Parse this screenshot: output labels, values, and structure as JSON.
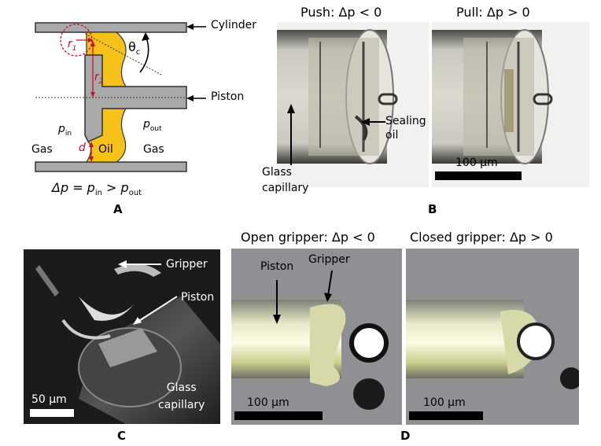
{
  "panel_a": {
    "letter": "A",
    "cylinder_label": "Cylinder",
    "piston_label": "Piston",
    "r1": "r",
    "r1_sub": "1",
    "r2": "r",
    "r2_sub": "2",
    "theta": "θ",
    "theta_sub": "c",
    "p_in": "p",
    "p_in_sub": "in",
    "p_out": "p",
    "p_out_sub": "out",
    "d": "d",
    "oil": "Oil",
    "gas_left": "Gas",
    "gas_right": "Gas",
    "equation": "Δp = p",
    "eq_sub_in": "in",
    "eq_mid": " > p",
    "eq_sub_out": "out"
  },
  "panel_b": {
    "letter": "B",
    "push_title": "Push: Δp < 0",
    "pull_title": "Pull: Δp > 0",
    "sealing_oil": "Sealing\noil",
    "glass_capillary": "Glass\ncapillary",
    "scale_bar": "100 μm"
  },
  "panel_c": {
    "letter": "C",
    "gripper": "Gripper",
    "piston": "Piston",
    "glass_capillary": "Glass\ncapillary",
    "scale_bar": "50 μm"
  },
  "panel_d": {
    "letter": "D",
    "open_title": "Open gripper: Δp < 0",
    "closed_title": "Closed gripper: Δp > 0",
    "piston": "Piston",
    "gripper": "Gripper",
    "scale_bar_left": "100 μm",
    "scale_bar_right": "100 μm"
  },
  "colors": {
    "oil": "#f6c21a",
    "wall": "#a9a9a9",
    "arrow_red": "#c8102e"
  }
}
